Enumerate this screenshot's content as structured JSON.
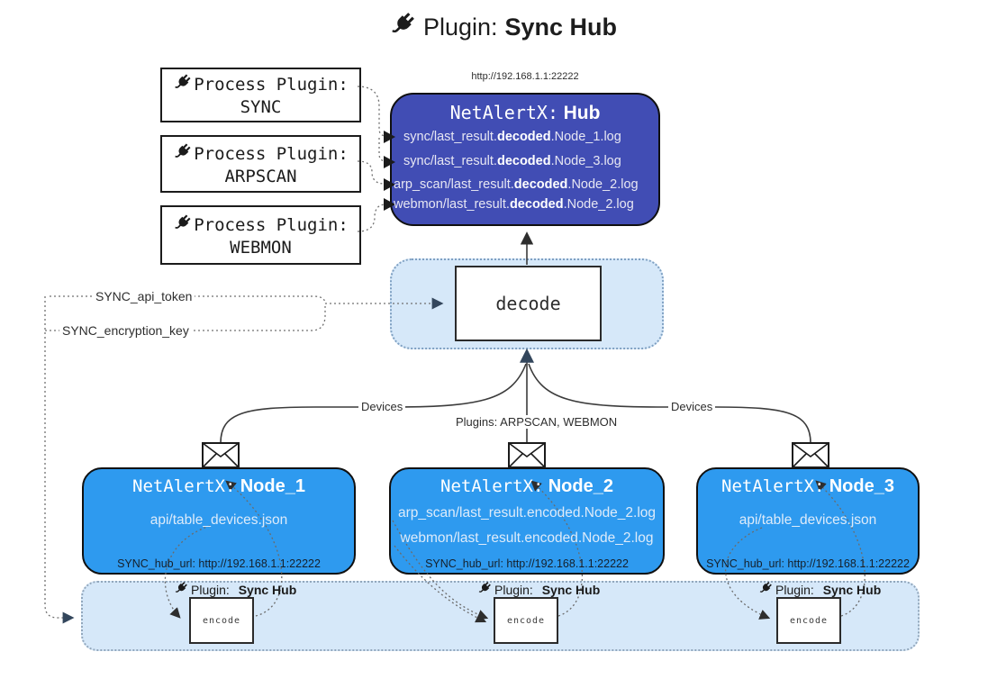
{
  "title": {
    "label": "Plugin:",
    "name": "Sync Hub"
  },
  "colors": {
    "hub_box": "#414DB4",
    "node_box": "#2E9AEF",
    "panel": "#D6E8F9"
  },
  "process_plugins": {
    "heading": "Process Plugin:",
    "items": [
      "SYNC",
      "ARPSCAN",
      "WEBMON"
    ]
  },
  "hub": {
    "url": "http://192.168.1.1:22222",
    "title_prefix": "NetAlertX:",
    "title_name": "Hub",
    "files": [
      {
        "prefix": "sync/last_result.",
        "bold": "decoded",
        "suffix": ".Node_1.log"
      },
      {
        "prefix": "sync/last_result.",
        "bold": "decoded",
        "suffix": ".Node_3.log"
      },
      {
        "prefix": "arp_scan/last_result.",
        "bold": "decoded",
        "suffix": ".Node_2.log"
      },
      {
        "prefix": "webmon/last_result.",
        "bold": "decoded",
        "suffix": ".Node_2.log"
      }
    ]
  },
  "decode": {
    "label": "decode"
  },
  "tokens": {
    "api_token": "SYNC_api_token",
    "encryption_key": "SYNC_encryption_key"
  },
  "edges": {
    "left": "Devices",
    "center": "Plugins: ARPSCAN, WEBMON",
    "right": "Devices"
  },
  "nodes": [
    {
      "title_prefix": "NetAlertX:",
      "title_name": "Node_1",
      "files": [
        "api/table_devices.json"
      ],
      "hub_url": "SYNC_hub_url: http://192.168.1.1:22222"
    },
    {
      "title_prefix": "NetAlertX:",
      "title_name": "Node_2",
      "files": [
        "arp_scan/last_result.encoded.Node_2.log",
        "webmon/last_result.encoded.Node_2.log"
      ],
      "hub_url": "SYNC_hub_url: http://192.168.1.1:22222"
    },
    {
      "title_prefix": "NetAlertX:",
      "title_name": "Node_3",
      "files": [
        "api/table_devices.json"
      ],
      "hub_url": "SYNC_hub_url: http://192.168.1.1:22222"
    }
  ],
  "encoder": {
    "plugin_label": "Plugin:",
    "plugin_name": "Sync Hub",
    "box_label": "encode"
  }
}
